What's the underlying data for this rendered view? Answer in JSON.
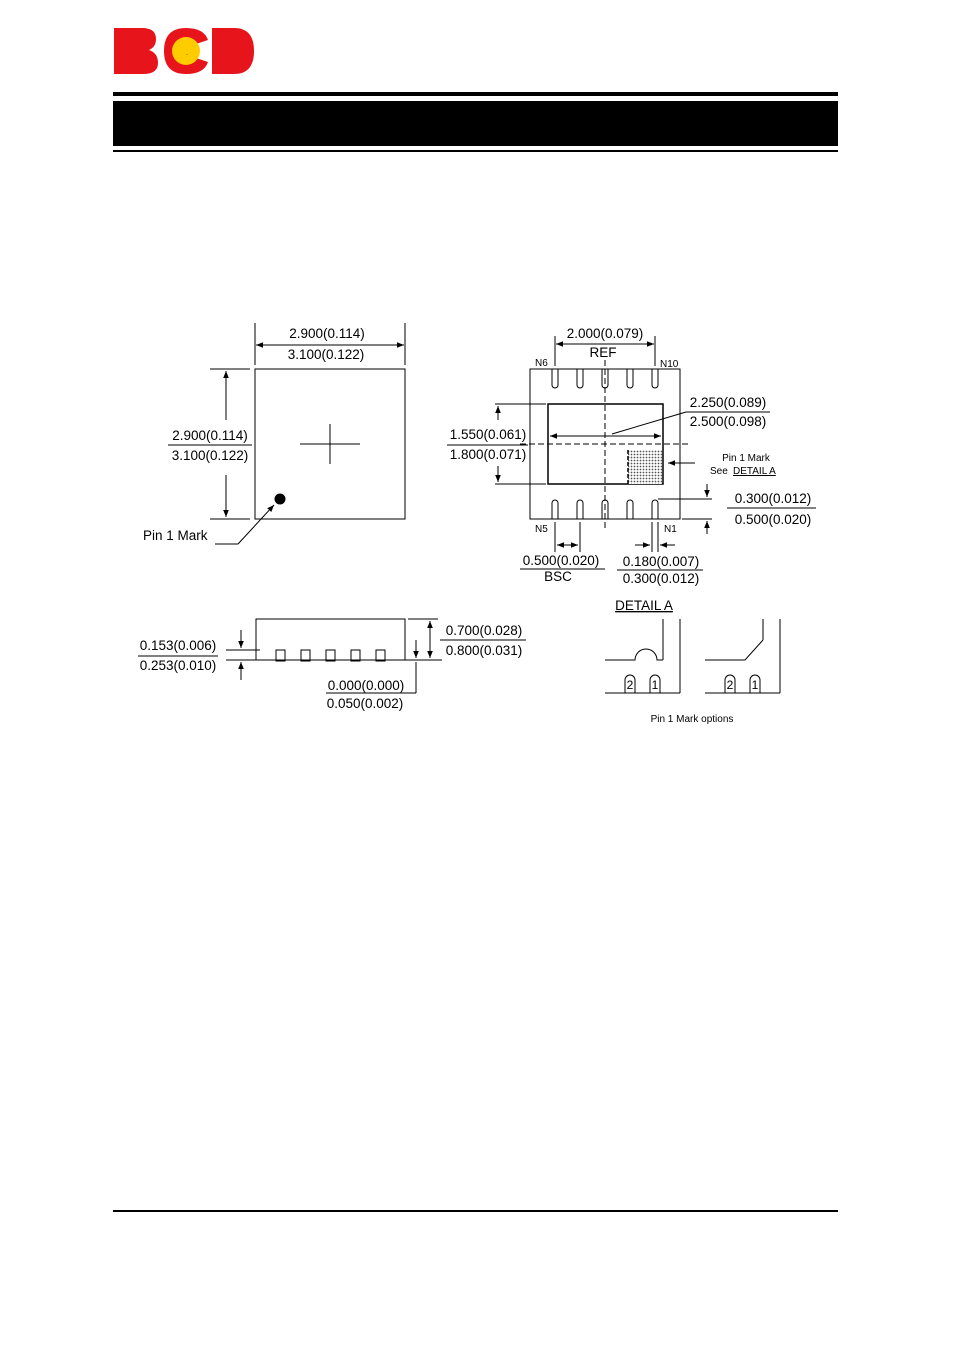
{
  "header": {
    "logo_text": "BCD",
    "logo_colors": {
      "letters": "#e8141c",
      "dot": "#ffcc00"
    },
    "title_bar_text": ""
  },
  "drawing": {
    "top_view": {
      "width_min": "2.900(0.114)",
      "width_max": "3.100(0.122)",
      "height_min": "2.900(0.114)",
      "height_max": "3.100(0.122)",
      "pin1_label": "Pin 1 Mark"
    },
    "bottom_view": {
      "lead_span": "2.000(0.079)",
      "lead_span_ref": "REF",
      "label_n6": "N6",
      "label_n10": "N10",
      "label_n5": "N5",
      "label_n1": "N1",
      "pad_length_min": "2.250(0.089)",
      "pad_length_max": "2.500(0.098)",
      "pad_width_min": "1.550(0.061)",
      "pad_width_max": "1.800(0.071)",
      "pin1_mark": "Pin 1 Mark",
      "see_text": "See",
      "see_link": "DETAIL A",
      "lead_length_min": "0.300(0.012)",
      "lead_length_max": "0.500(0.020)",
      "pitch": "0.500(0.020)",
      "pitch_bsc": "BSC",
      "lead_width_min": "0.180(0.007)",
      "lead_width_max": "0.300(0.012)"
    },
    "side_view": {
      "lead_thk_min": "0.153(0.006)",
      "lead_thk_max": "0.253(0.010)",
      "height_min": "0.700(0.028)",
      "height_max": "0.800(0.031)",
      "standoff_min": "0.000(0.000)",
      "standoff_max": "0.050(0.002)"
    },
    "detail_a": {
      "title": "DETAIL A",
      "pin_2": "2",
      "pin_1": "1",
      "caption": "Pin 1 Mark options"
    }
  }
}
